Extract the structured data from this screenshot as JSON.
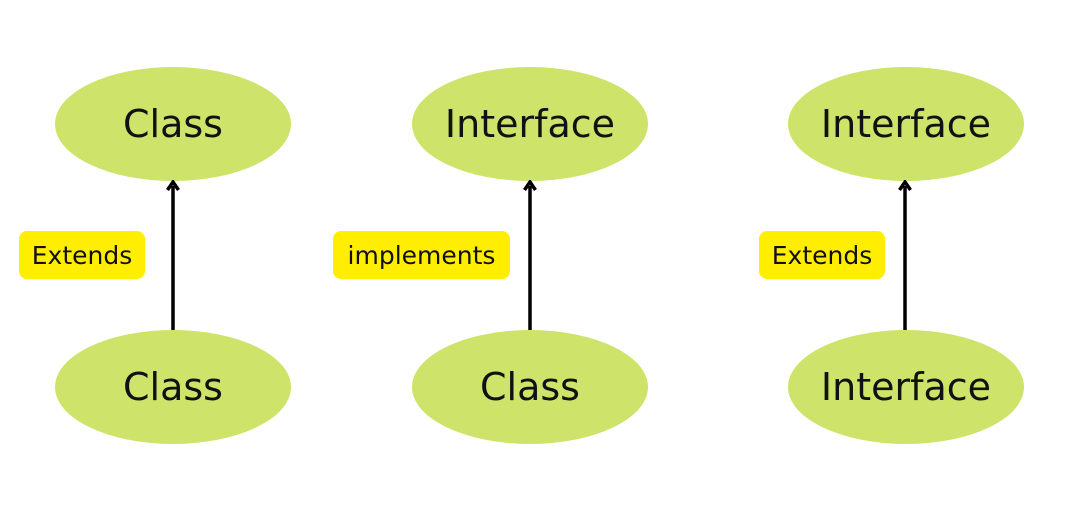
{
  "colors": {
    "node_fill": "#cde36a",
    "label_fill": "#ffee00",
    "arrow": "#000000"
  },
  "diagrams": [
    {
      "parent": "Class",
      "relation": "Extends",
      "child": "Class"
    },
    {
      "parent": "Interface",
      "relation": "implements",
      "child": "Class"
    },
    {
      "parent": "Interface",
      "relation": "Extends",
      "child": "Interface"
    }
  ]
}
